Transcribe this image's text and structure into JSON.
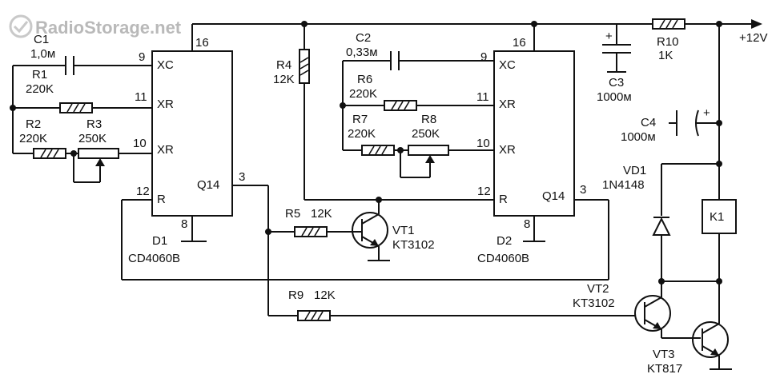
{
  "watermark": {
    "text": "RadioStorage.net"
  },
  "ic": {
    "d1": {
      "ref": "D1",
      "part": "CD4060B",
      "pins": {
        "xc": "XC",
        "xr1": "XR",
        "xr2": "XR",
        "r": "R",
        "q": "Q14",
        "p9": "9",
        "p11": "11",
        "p10": "10",
        "p12": "12",
        "p16": "16",
        "p8": "8",
        "p3": "3"
      }
    },
    "d2": {
      "ref": "D2",
      "part": "CD4060B",
      "pins": {
        "xc": "XC",
        "xr1": "XR",
        "xr2": "XR",
        "r": "R",
        "q": "Q14",
        "p9": "9",
        "p11": "11",
        "p10": "10",
        "p12": "12",
        "p16": "16",
        "p8": "8",
        "p3": "3"
      }
    }
  },
  "components": {
    "c1": {
      "ref": "C1",
      "value": "1,0м"
    },
    "r1": {
      "ref": "R1",
      "value": "220K"
    },
    "r2": {
      "ref": "R2",
      "value": "220K"
    },
    "r3": {
      "ref": "R3",
      "value": "250K"
    },
    "r4": {
      "ref": "R4",
      "value": "12K"
    },
    "c2": {
      "ref": "C2",
      "value": "0,33м"
    },
    "r6": {
      "ref": "R6",
      "value": "220K"
    },
    "r7": {
      "ref": "R7",
      "value": "220K"
    },
    "r8": {
      "ref": "R8",
      "value": "250K"
    },
    "r5": {
      "ref": "R5",
      "value": "12K"
    },
    "vt1": {
      "ref": "VT1",
      "value": "KT3102"
    },
    "r9": {
      "ref": "R9",
      "value": "12K"
    },
    "c3": {
      "ref": "C3",
      "value": "1000м"
    },
    "r10": {
      "ref": "R10",
      "value": "1K"
    },
    "c4": {
      "ref": "C4",
      "value": "1000м"
    },
    "vd1": {
      "ref": "VD1",
      "value": "1N4148"
    },
    "k1": {
      "ref": "K1"
    },
    "vt2": {
      "ref": "VT2",
      "value": "KT3102"
    },
    "vt3": {
      "ref": "VT3",
      "value": "KT817"
    }
  },
  "supply": {
    "label": "+12V"
  },
  "polarity": {
    "plus": "+"
  }
}
